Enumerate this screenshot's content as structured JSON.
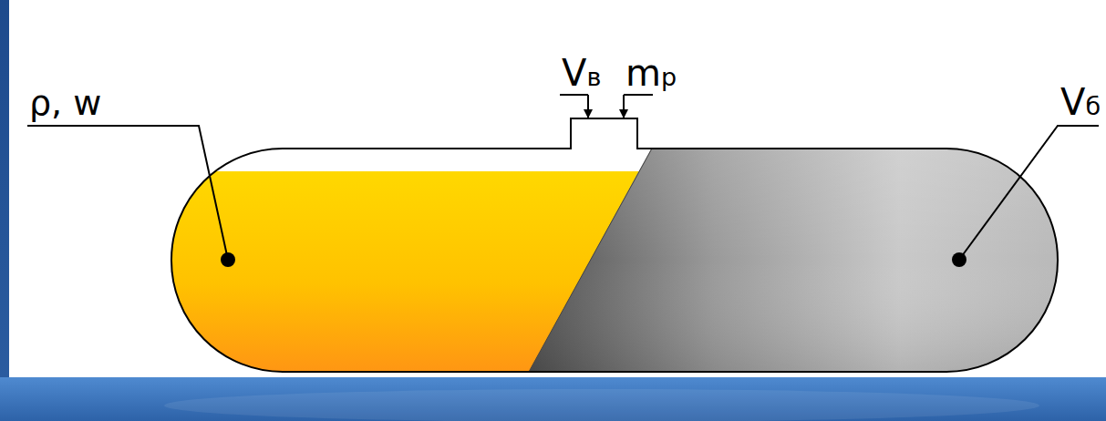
{
  "diagram": {
    "labels": [
      "ρ, w",
      "Vв",
      "mр",
      "Vб"
    ]
  }
}
